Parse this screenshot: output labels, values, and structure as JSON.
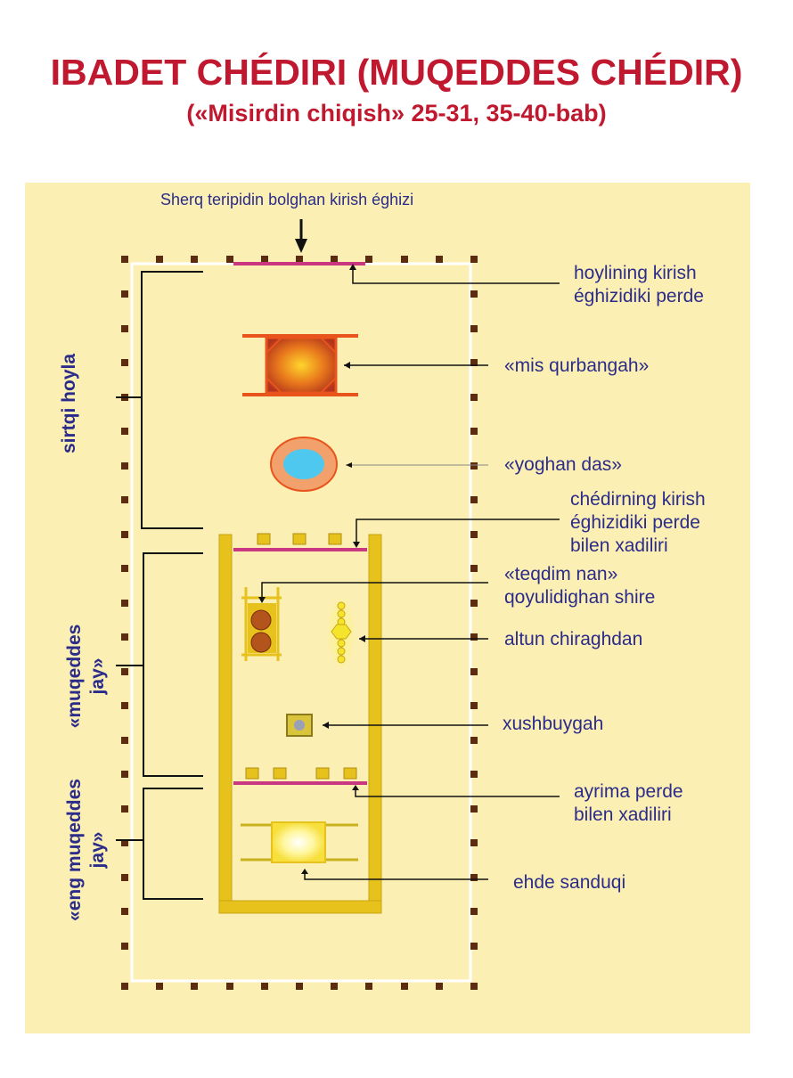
{
  "title": "IBADET CHÉDIRI (MUQEDDES CHÉDIR)",
  "subtitle": "(«Misirdin chiqish» 25-31, 35-40-bab)",
  "entrance_label": "Sherq teripidin bolghan kirish éghizi",
  "sections": {
    "outer_court": "sirtqi hoyla",
    "holy_place": "«muqeddes\njay»",
    "most_holy_place": "«eng muqeddes\njay»"
  },
  "labels": {
    "court_gate_curtain": "hoylining kirish\néghizidiki perde",
    "bronze_altar": "«mis qurbangah»",
    "laver": "«yoghan das»",
    "tent_door_curtain": "chédirning kirish\néghizidiki perde\nbilen xadiliri",
    "showbread_table": "«teqdim nan»\nqoyulidighan shire",
    "lampstand": "altun chiraghdan",
    "incense_altar": "xushbuygah",
    "veil": "ayrima perde\nbilen xadiliri",
    "ark": "ehde sanduqi"
  },
  "colors": {
    "title": "#c0182f",
    "label_text": "#2b2c8a",
    "panel_bg": "#fcefb4",
    "curtain": "#c8377f",
    "post": "#5c2c10",
    "gold": "#e8c21c",
    "altar": "#e8541c",
    "laver_water": "#4fc8ef"
  }
}
